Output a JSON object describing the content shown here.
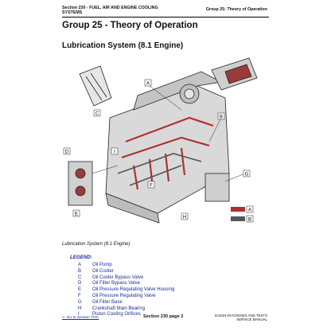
{
  "header": {
    "section_label": "Section 230 - FUEL, AIR AND ENGINE COOLING SYSTEMS",
    "group_label": "Group 25: Theory of Operation"
  },
  "page": {
    "title": "Group 25 - Theory of Operation",
    "subtitle": "Lubrication System (8.1 Engine)"
  },
  "figure": {
    "caption": "Lubrication System (8.1 Engine)",
    "callouts": [
      "A",
      "B",
      "C",
      "D",
      "E",
      "F",
      "G",
      "H",
      "I"
    ],
    "key_labels": [
      "A",
      "B"
    ]
  },
  "legend": {
    "title": "LEGEND:",
    "items": [
      {
        "key": "A",
        "label": "Oil Pump"
      },
      {
        "key": "B",
        "label": "Oil Cooler"
      },
      {
        "key": "C",
        "label": "Oil Cooler Bypass Valve"
      },
      {
        "key": "D",
        "label": "Oil Filter Bypass Valve"
      },
      {
        "key": "E",
        "label": "Oil Pressure Regulating Valve Housing"
      },
      {
        "key": "F",
        "label": "Oil Pressure Regulating Valve"
      },
      {
        "key": "G",
        "label": "Oil Filter Base"
      },
      {
        "key": "H",
        "label": "Crankshaft Main Bearing"
      },
      {
        "key": "I",
        "label": "Piston Cooling Orifices"
      }
    ]
  },
  "footer": {
    "link": "<- Go to Section TOC",
    "center": "Section 230 page 2",
    "right_line1": "tm1624-DIAGNOSIS AND TESTS",
    "right_line2": "SERVICE MANUAL"
  },
  "colors": {
    "legend_text": "#1a2a9c",
    "oil_pressure": "#b03030",
    "oil_return": "#555555"
  }
}
